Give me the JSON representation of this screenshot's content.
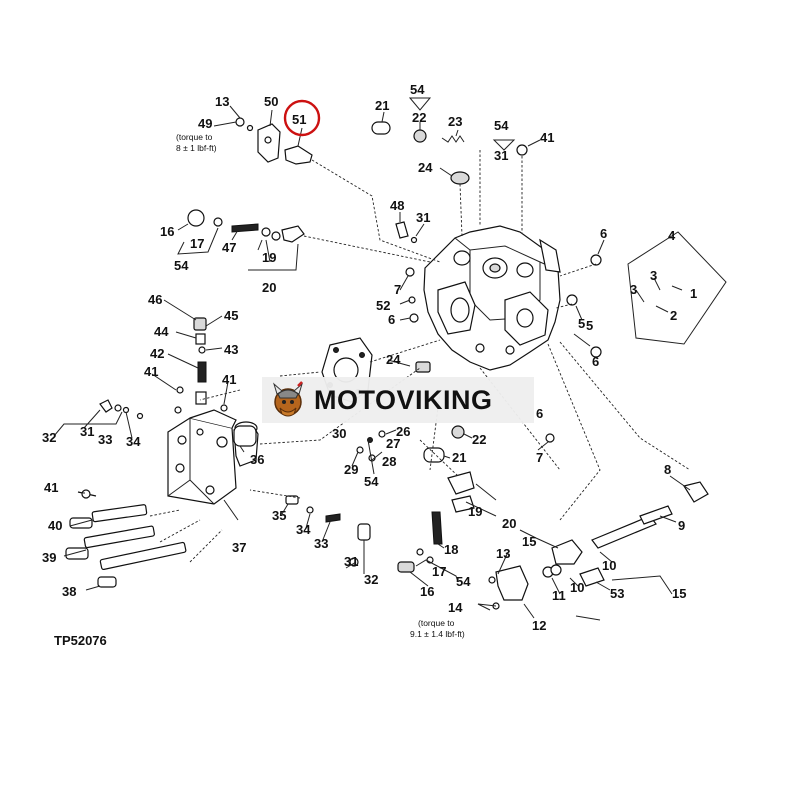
{
  "brand": {
    "name": "MOTOVIKING",
    "accent": "#cc2222"
  },
  "figure": {
    "code": "TP52076",
    "highlighted_callout": "51",
    "highlight_color": "#cc1111"
  },
  "notes": {
    "torque_top_line1": "(torque to",
    "torque_top_line2": "8 ± 1 lbf-ft)",
    "torque_bottom_line1": "(torque to",
    "torque_bottom_line2": "9.1 ± 1.4 lbf-ft)"
  },
  "callouts": [
    "13",
    "49",
    "50",
    "51",
    "21",
    "54",
    "22",
    "23",
    "54",
    "31",
    "41",
    "24",
    "48",
    "31",
    "16",
    "17",
    "47",
    "19",
    "54",
    "20",
    "4",
    "6",
    "3",
    "3",
    "1",
    "2",
    "7",
    "52",
    "5",
    "6",
    "46",
    "45",
    "44",
    "43",
    "42",
    "41",
    "41",
    "32",
    "31",
    "33",
    "34",
    "24",
    "6",
    "5",
    "6",
    "30",
    "26",
    "27",
    "22",
    "29",
    "28",
    "21",
    "54",
    "7",
    "36",
    "37",
    "8",
    "9",
    "41",
    "40",
    "39",
    "38",
    "19",
    "20",
    "35",
    "34",
    "33",
    "31",
    "32",
    "18",
    "17",
    "54",
    "16",
    "15",
    "13",
    "10",
    "11",
    "10",
    "53",
    "15",
    "14",
    "12"
  ]
}
